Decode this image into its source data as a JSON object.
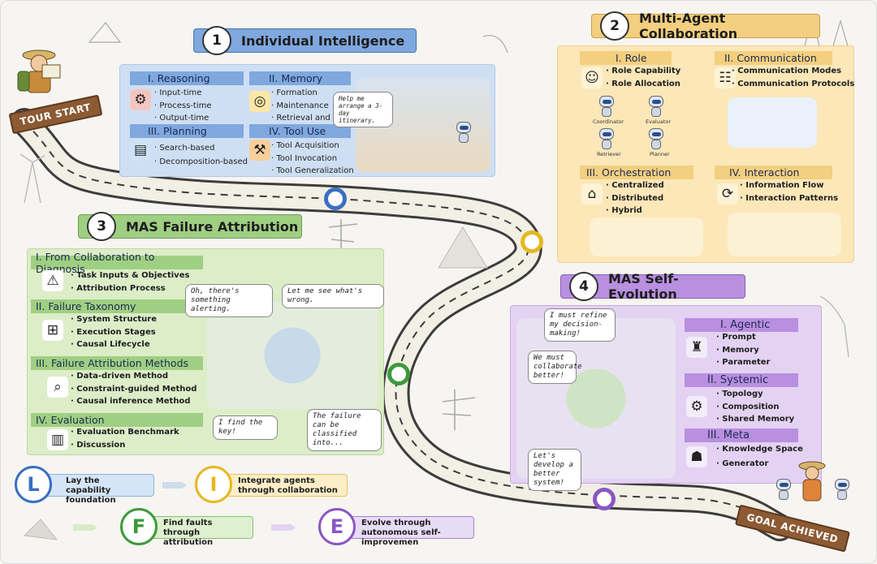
{
  "colors": {
    "blue": "#bcd2ef",
    "yellow": "#fbe7b8",
    "green": "#dcedc8",
    "purple": "#e3d2f2",
    "road": "#3d3d3d"
  },
  "signs": {
    "start": "TOUR START",
    "goal": "GOAL ACHIEVED"
  },
  "s1": {
    "num": "1",
    "title": "Individual Intelligence",
    "reasoning": {
      "head": "I. Reasoning",
      "items": [
        "Input-time",
        "Process-time",
        "Output-time"
      ],
      "icon": "brain-gear-icon"
    },
    "memory": {
      "head": "II. Memory",
      "items": [
        "Formation",
        "Maintenance",
        "Retrieval and Utilization"
      ],
      "icon": "database-icon"
    },
    "planning": {
      "head": "III. Planning",
      "items": [
        "Search-based",
        "Decomposition-based"
      ],
      "icon": "chart-plan-icon"
    },
    "tooluse": {
      "head": "IV. Tool Use",
      "items": [
        "Tool Acquisition",
        "Tool Invocation",
        "Tool Generalization"
      ],
      "icon": "toolbox-icon"
    },
    "bubble": "Help me arrange a 3-day itinerary."
  },
  "s2": {
    "num": "2",
    "title": "Multi-Agent Collaboration",
    "role": {
      "head": "I. Role",
      "items": [
        "Role Capability",
        "Role Allocation"
      ],
      "labels": [
        "Coordinator",
        "Evaluator",
        "Retriever",
        "Planner"
      ]
    },
    "communication": {
      "head": "II. Communication",
      "items": [
        "Communication Modes",
        "Communication Protocols"
      ]
    },
    "orchestration": {
      "head": "III. Orchestration",
      "items": [
        "Centralized",
        "Distributed",
        "Hybrid"
      ]
    },
    "interaction": {
      "head": "IV. Interaction",
      "items": [
        "Information Flow",
        "Interaction Patterns"
      ]
    }
  },
  "s3": {
    "num": "3",
    "title": "MAS Failure Attribution",
    "diag": {
      "head": "I. From Collaboration to Diagnosis",
      "items": [
        "Task Inputs & Objectives",
        "Attribution Process"
      ]
    },
    "taxonomy": {
      "head": "II. Failure Taxonomy",
      "items": [
        "System Structure",
        "Execution Stages",
        "Causal Lifecycle"
      ]
    },
    "methods": {
      "head": "III. Failure Attribution Methods",
      "items": [
        "Data-driven Method",
        "Constraint-guided Method",
        "Causal inference Method"
      ]
    },
    "evaluation": {
      "head": "IV. Evaluation",
      "items": [
        "Evaluation Benchmark",
        "Discussion"
      ]
    },
    "bubbles": [
      "Oh, there's something alerting.",
      "Let me see what's wrong.",
      "I find the key!",
      "The failure can be classified into..."
    ]
  },
  "s4": {
    "num": "4",
    "title": "MAS Self-Evolution",
    "agentic": {
      "head": "I. Agentic",
      "items": [
        "Prompt",
        "Memory",
        "Parameter"
      ]
    },
    "systemic": {
      "head": "II. Systemic",
      "items": [
        "Topology",
        "Composition",
        "Shared Memory"
      ]
    },
    "meta": {
      "head": "III. Meta",
      "items": [
        "Knowledge Space",
        "Generator"
      ]
    },
    "bubbles": [
      "I must refine my decision-making!",
      "We must collaborate better!",
      "Let's develop a better system!"
    ]
  },
  "legend": [
    {
      "letter": "L",
      "text": "Lay the capability foundation"
    },
    {
      "letter": "I",
      "text": "Integrate agents through collaboration"
    },
    {
      "letter": "F",
      "text": "Find faults through attribution"
    },
    {
      "letter": "E",
      "text": "Evolve through autonomous self-improvemen"
    }
  ]
}
